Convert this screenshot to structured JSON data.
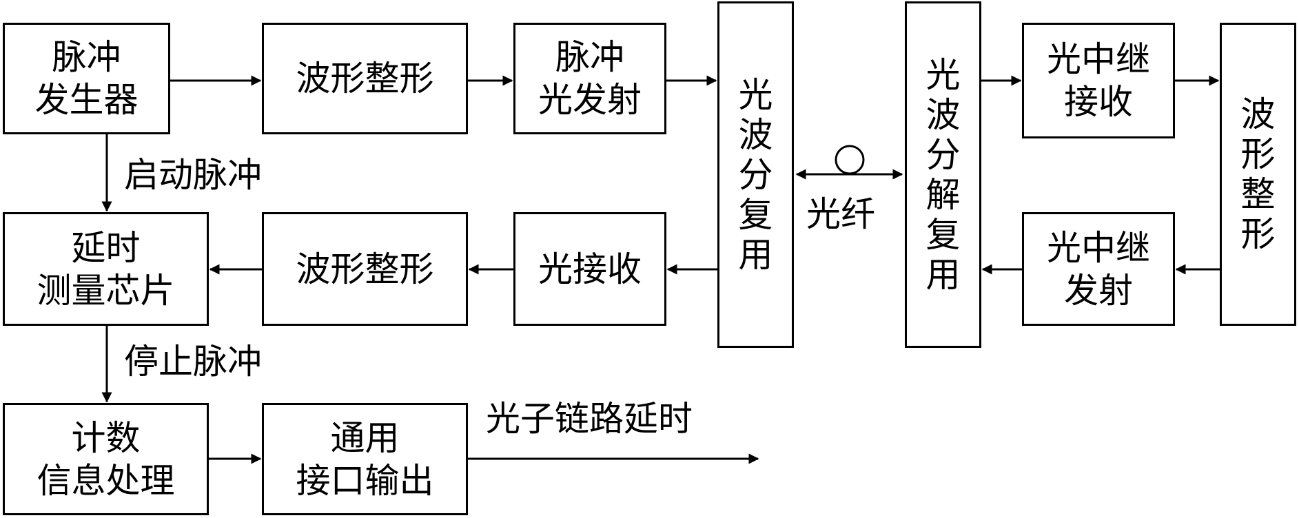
{
  "nodes": {
    "pulse_generator": "脉冲\n发生器",
    "waveform_shaping_tx": "波形整形",
    "pulse_optical_tx": "脉冲\n光发射",
    "wdm_mux": "光波分复用",
    "wdm_demux": "光波分解复用",
    "relay_rx": "光中继\n接收",
    "waveform_shaping_right": "波形整形",
    "relay_tx": "光中继\n发射",
    "delay_chip": "延时\n测量芯片",
    "waveform_shaping_rx": "波形整形",
    "optical_rx": "光接收",
    "counter": "计数\n信息处理",
    "interface": "通用\n接口输出"
  },
  "edge_labels": {
    "start_pulse": "启动脉冲",
    "stop_pulse": "停止脉冲",
    "fiber": "光纤",
    "output": "光子链路延时"
  },
  "colors": {
    "stroke": "#000000",
    "background": "#ffffff"
  }
}
